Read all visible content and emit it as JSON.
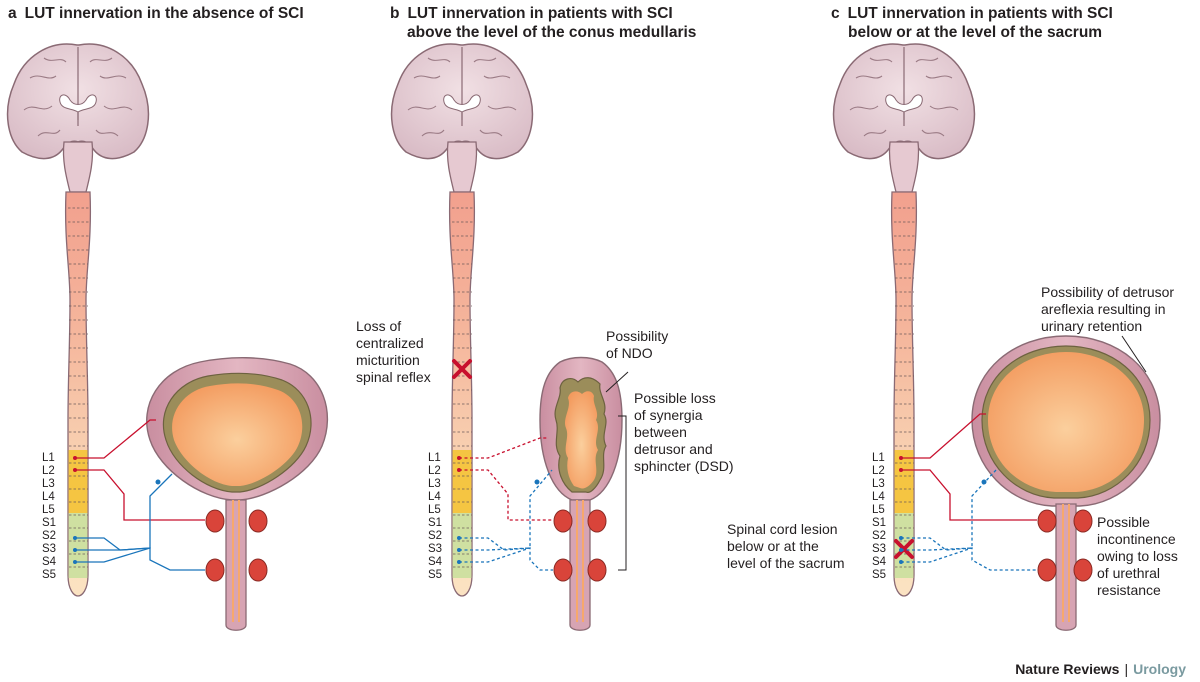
{
  "panels": [
    {
      "letter": "a",
      "title_lines": [
        "LUT innervation in the absence of SCI"
      ],
      "annotations": []
    },
    {
      "letter": "b",
      "title_lines": [
        "LUT innervation in patients with SCI",
        "above the level of the conus medullaris"
      ],
      "annotations": [
        {
          "lines": [
            "Loss of",
            "centralized",
            "micturition",
            "spinal reflex"
          ]
        },
        {
          "lines": [
            "Possibility",
            "of NDO"
          ]
        },
        {
          "lines": [
            "Possible loss",
            "of synergia",
            "between",
            "detrusor and",
            "sphincter (DSD)"
          ]
        }
      ]
    },
    {
      "letter": "c",
      "title_lines": [
        "LUT innervation in patients with SCI",
        "below or at the level of the sacrum"
      ],
      "annotations": [
        {
          "lines": [
            "Possibility of detrusor",
            "areflexia resulting in",
            "urinary retention"
          ]
        },
        {
          "lines": [
            "Spinal cord lesion",
            "below or at the",
            "level of the sacrum"
          ]
        },
        {
          "lines": [
            "Possible",
            "incontinence",
            "owing to loss",
            "of urethral",
            "resistance"
          ]
        }
      ]
    }
  ],
  "segments": [
    "L1",
    "L2",
    "L3",
    "L4",
    "L5",
    "S1",
    "S2",
    "S3",
    "S4",
    "S5"
  ],
  "credit": {
    "publisher": "Nature Reviews",
    "separator": "|",
    "journal": "Urology"
  },
  "colors": {
    "brain": "#e8d3d9",
    "cord_upper": "#f0a794",
    "cord_lower": "#f9d9b6",
    "lumbar": "#f5c542",
    "sacral": "#cfe0a1",
    "bladder_outer": "#d7a4b3",
    "detrusor": "#9b8d5a",
    "lumen": "#f7a86c",
    "sphincter": "#d9443a",
    "efferent": "#c8102e",
    "afferent": "#1a75bb",
    "lesion": "#c8102e"
  }
}
